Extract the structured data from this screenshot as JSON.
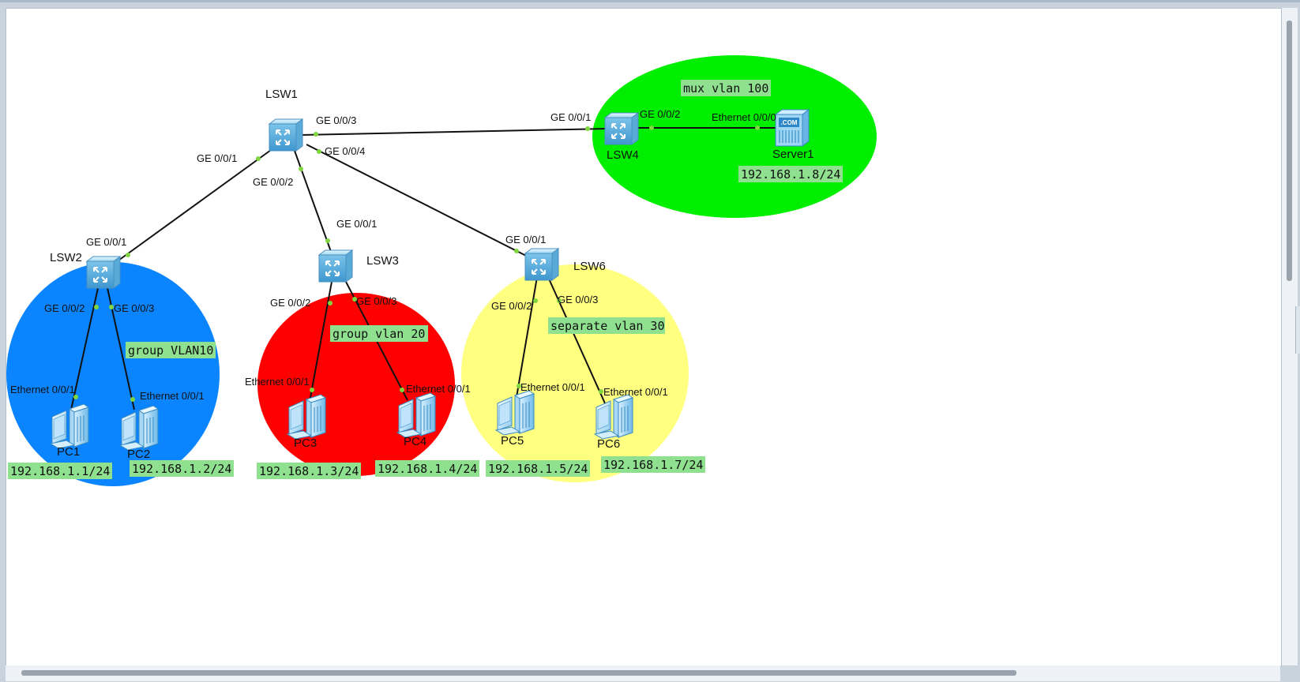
{
  "zones": [
    {
      "id": "vlan100",
      "label": "mux vlan 100",
      "color": "#00ee00"
    },
    {
      "id": "vlan10",
      "label": "group VLAN10",
      "color": "#0a84ff"
    },
    {
      "id": "vlan20",
      "label": "group vlan 20",
      "color": "#ff0000"
    },
    {
      "id": "vlan30",
      "label": "separate vlan 30",
      "color": "#ffff80"
    }
  ],
  "devices": {
    "LSW1": "LSW1",
    "LSW2": "LSW2",
    "LSW3": "LSW3",
    "LSW4": "LSW4",
    "LSW6": "LSW6",
    "Server1": "Server1",
    "PC1": "PC1",
    "PC2": "PC2",
    "PC3": "PC3",
    "PC4": "PC4",
    "PC5": "PC5",
    "PC6": "PC6"
  },
  "server_badge": ".COM",
  "ports": {
    "lsw1_ge003": "GE 0/0/3",
    "lsw1_ge001": "GE 0/0/1",
    "lsw1_ge002": "GE 0/0/2",
    "lsw1_ge004": "GE 0/0/4",
    "lsw4_ge001": "GE 0/0/1",
    "lsw4_ge002": "GE 0/0/2",
    "server_eth000": "Ethernet 0/0/0",
    "lsw2_ge001": "GE 0/0/1",
    "lsw2_ge002": "GE 0/0/2",
    "lsw2_ge003": "GE 0/0/3",
    "lsw3_ge001": "GE 0/0/1",
    "lsw3_ge002": "GE 0/0/2",
    "lsw3_ge003": "GE 0/0/3",
    "lsw6_ge001": "GE 0/0/1",
    "lsw6_ge002": "GE 0/0/2",
    "lsw6_ge003": "GE 0/0/3",
    "pc1_eth": "Ethernet 0/0/1",
    "pc2_eth": "Ethernet 0/0/1",
    "pc3_eth": "Ethernet 0/0/1",
    "pc4_eth": "Ethernet 0/0/1",
    "pc5_eth": "Ethernet 0/0/1",
    "pc6_eth": "Ethernet 0/0/1"
  },
  "ips": {
    "server1": "192.168.1.8/24",
    "pc1": "192.168.1.1/24",
    "pc2": "192.168.1.2/24",
    "pc3": "192.168.1.3/24",
    "pc4": "192.168.1.4/24",
    "pc5": "192.168.1.5/24",
    "pc6": "192.168.1.7/24"
  },
  "colors": {
    "label_bg": "#8fe08f",
    "port_dot": "#7fd63f",
    "switch_body": "#8fd0ee"
  }
}
